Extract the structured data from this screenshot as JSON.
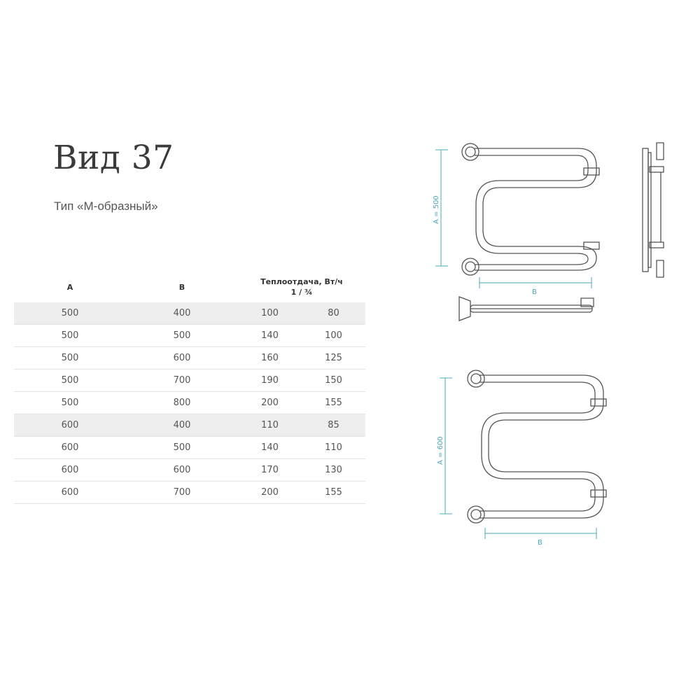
{
  "title": "Вид 37",
  "subtitle": "Тип «М-образный»",
  "table": {
    "header_a": "A",
    "header_b": "B",
    "header_heat": "Теплоотдача, Вт/ч",
    "header_heat_sub": "1 / ¾",
    "rows": [
      [
        "500",
        "400",
        "100",
        "80"
      ],
      [
        "500",
        "500",
        "140",
        "100"
      ],
      [
        "500",
        "600",
        "160",
        "125"
      ],
      [
        "500",
        "700",
        "190",
        "150"
      ],
      [
        "500",
        "800",
        "200",
        "155"
      ],
      [
        "600",
        "400",
        "110",
        "85"
      ],
      [
        "600",
        "500",
        "140",
        "110"
      ],
      [
        "600",
        "600",
        "170",
        "130"
      ],
      [
        "600",
        "700",
        "200",
        "155"
      ]
    ]
  },
  "drawings": {
    "top_dim_a": "A = 500",
    "top_dim_b": "B",
    "bottom_dim_a": "A = 600",
    "bottom_dim_b": "B"
  },
  "colors": {
    "dimension_line": "#4aa8b8",
    "pipe_outline": "#555555",
    "row_shade": "#eeeeee"
  }
}
